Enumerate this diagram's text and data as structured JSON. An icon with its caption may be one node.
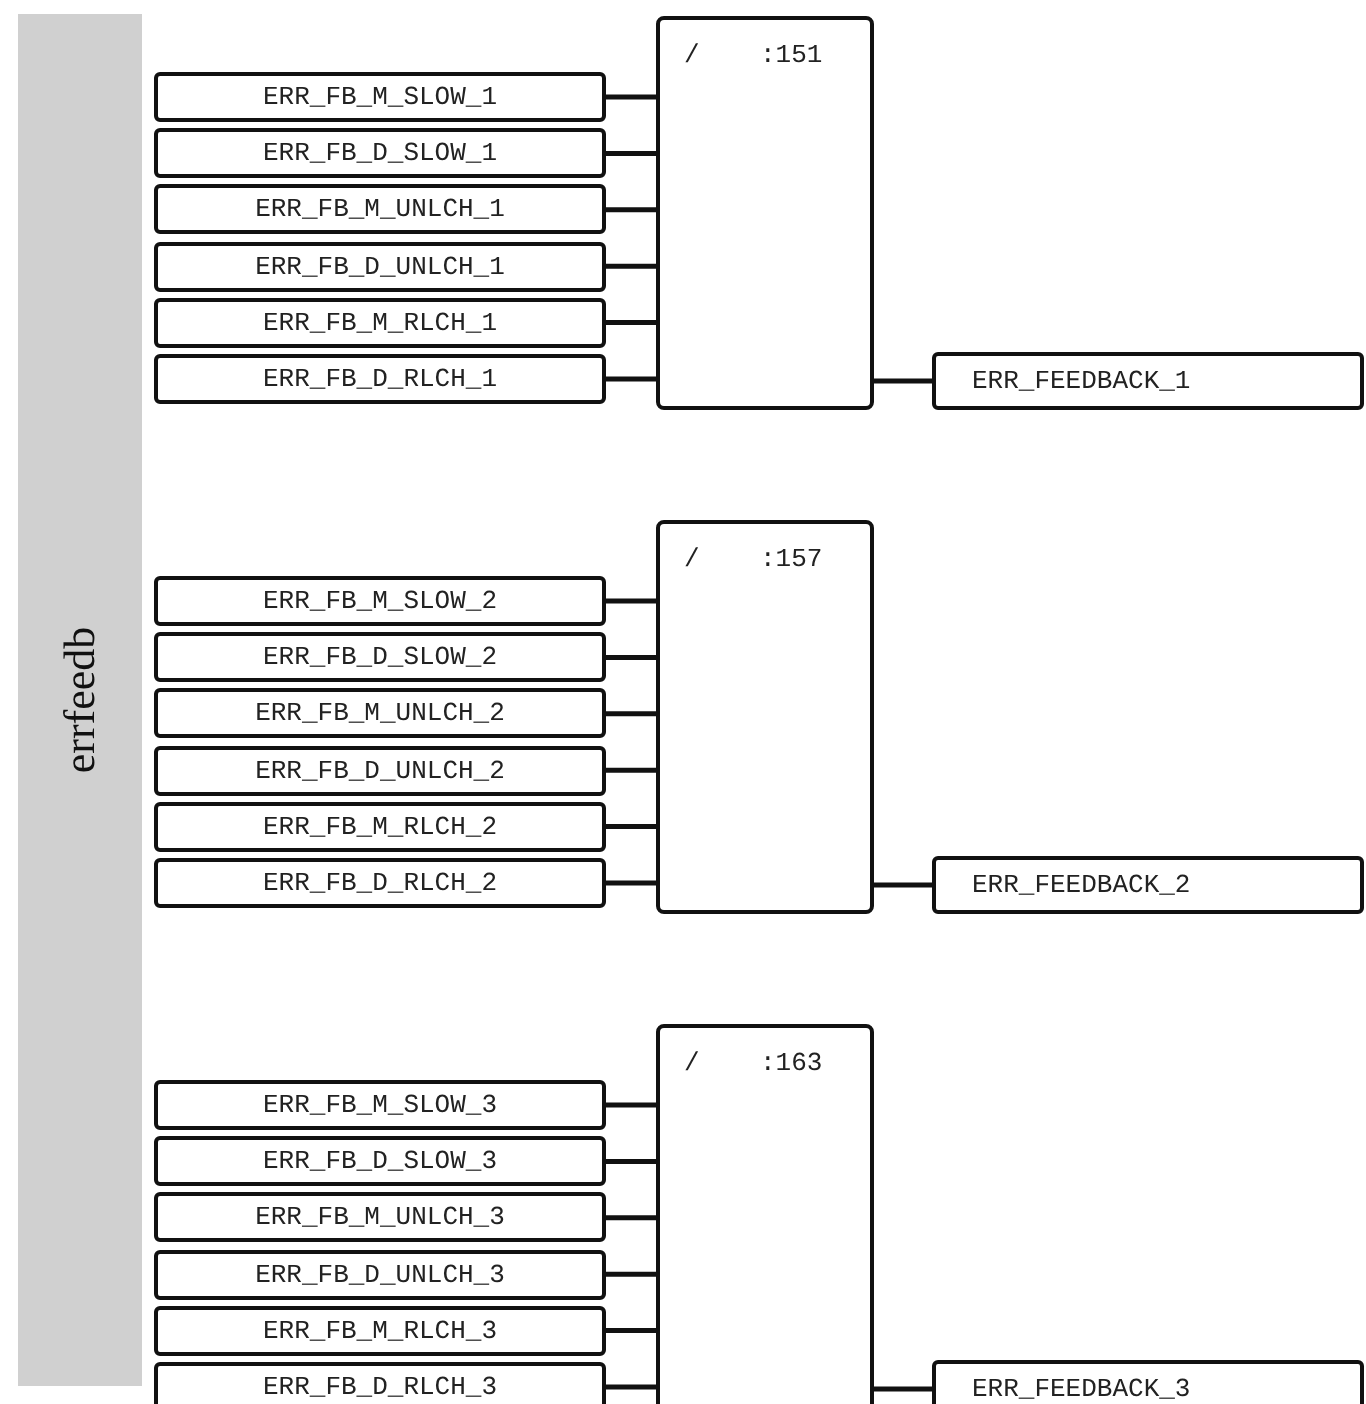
{
  "diagram": {
    "nodes": [
      {
        "text": [
          "errfeedb"
        ]
      },
      {
        "text": [
          "ERR_FB_M_SLOW_1"
        ]
      },
      {
        "text": [
          "ERR_FB_D_SLOW_1"
        ]
      },
      {
        "text": [
          "ERR_FB_M_UNLCH_1"
        ]
      },
      {
        "text": [
          "ERR_FB_D_UNLCH_1"
        ]
      },
      {
        "text": [
          "ERR_FB_M_RLCH_1"
        ]
      },
      {
        "text": [
          "ERR_FB_D_RLCH_1"
        ]
      },
      {
        "text": [
          "/",
          ":151"
        ]
      },
      {
        "text": [
          "ERR_FEEDBACK_1"
        ]
      },
      {
        "text": [
          "ERR_FB_M_SLOW_2"
        ]
      },
      {
        "text": [
          "ERR_FB_D_SLOW_2"
        ]
      },
      {
        "text": [
          "ERR_FB_M_UNLCH_2"
        ]
      },
      {
        "text": [
          "ERR_FB_D_UNLCH_2"
        ]
      },
      {
        "text": [
          "ERR_FB_M_RLCH_2"
        ]
      },
      {
        "text": [
          "ERR_FB_D_RLCH_2"
        ]
      },
      {
        "text": [
          "/",
          ":157"
        ]
      },
      {
        "text": [
          "ERR_FEEDBACK_2"
        ]
      },
      {
        "text": [
          "ERR_FB_M_SLOW_3"
        ]
      },
      {
        "text": [
          "ERR_FB_D_SLOW_3"
        ]
      },
      {
        "text": [
          "ERR_FB_M_UNLCH_3"
        ]
      },
      {
        "text": [
          "ERR_FB_D_UNLCH_3"
        ]
      },
      {
        "text": [
          "ERR_FB_M_RLCH_3"
        ]
      },
      {
        "text": [
          "ERR_FB_D_RLCH_3"
        ]
      },
      {
        "text": [
          "/",
          ":163"
        ]
      },
      {
        "text": [
          "ERR_FEEDBACK_3"
        ]
      }
    ],
    "edges": [
      {
        "from": 1,
        "to": 7,
        "arrow": "none"
      },
      {
        "from": 2,
        "to": 7,
        "arrow": "none"
      },
      {
        "from": 3,
        "to": 7,
        "arrow": "none"
      },
      {
        "from": 4,
        "to": 7,
        "arrow": "none"
      },
      {
        "from": 5,
        "to": 7,
        "arrow": "none"
      },
      {
        "from": 6,
        "to": 7,
        "arrow": "none"
      },
      {
        "from": 7,
        "to": 8,
        "arrow": "none"
      },
      {
        "from": 9,
        "to": 15,
        "arrow": "none"
      },
      {
        "from": 10,
        "to": 15,
        "arrow": "none"
      },
      {
        "from": 11,
        "to": 15,
        "arrow": "none"
      },
      {
        "from": 12,
        "to": 15,
        "arrow": "none"
      },
      {
        "from": 13,
        "to": 15,
        "arrow": "none"
      },
      {
        "from": 14,
        "to": 15,
        "arrow": "none"
      },
      {
        "from": 15,
        "to": 16,
        "arrow": "none"
      },
      {
        "from": 17,
        "to": 23,
        "arrow": "none"
      },
      {
        "from": 18,
        "to": 23,
        "arrow": "none"
      },
      {
        "from": 19,
        "to": 23,
        "arrow": "none"
      },
      {
        "from": 20,
        "to": 23,
        "arrow": "none"
      },
      {
        "from": 21,
        "to": 23,
        "arrow": "none"
      },
      {
        "from": 22,
        "to": 23,
        "arrow": "none"
      },
      {
        "from": 23,
        "to": 24,
        "arrow": "none"
      }
    ]
  }
}
